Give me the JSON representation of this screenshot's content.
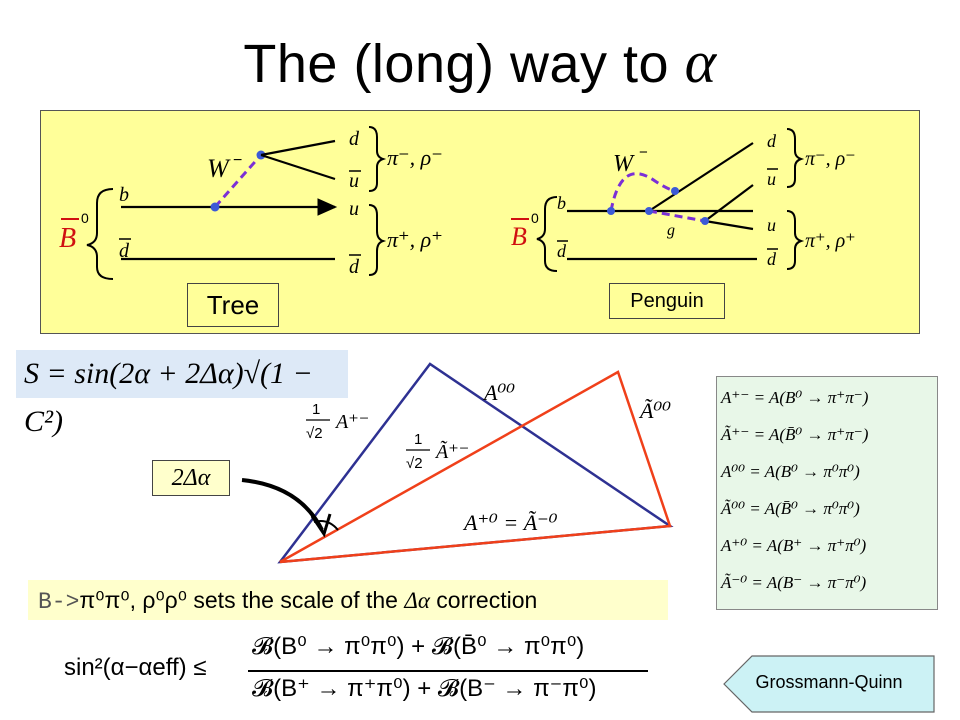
{
  "title": {
    "text": "The (long) way to",
    "symbol": "α"
  },
  "feynman": {
    "tree": {
      "label": "Tree",
      "meson": "B",
      "meson_sup": "0",
      "w_label": "W",
      "w_sup": "−",
      "quark_b": "b",
      "quark_dbar": "d",
      "out_d": "d",
      "out_ubar": "u",
      "out_u": "u",
      "out_dbar2": "d",
      "final_neg": "π⁻, ρ⁻",
      "final_pos": "π⁺, ρ⁺"
    },
    "penguin": {
      "label": "Penguin",
      "meson": "B",
      "meson_sup": "0",
      "w_label": "W",
      "w_sup": "−",
      "quark_b": "b",
      "quark_dbar": "d",
      "gluon": "g",
      "out_d": "d",
      "out_ubar": "u",
      "out_u": "u",
      "out_dbar2": "d",
      "final_neg": "π⁻, ρ⁻",
      "final_pos": "π⁺, ρ⁺"
    },
    "colors": {
      "fermion": "#000000",
      "boson": "#7b2fd6",
      "vertex": "#3c5ad6",
      "panel": "#ffff99"
    }
  },
  "s_formula": "S = sin(2α + 2Δα)√(1 − C²)",
  "delta_label": "2Δα",
  "triangle": {
    "label_A00": "A⁰⁰",
    "label_tA00": "Ã⁰⁰",
    "label_Apm": "A⁺⁻",
    "label_tApm": "Ã⁺⁻",
    "frac_num": "1",
    "frac_den": "√2",
    "label_A0": "A⁺⁰ = Ã⁻⁰",
    "colors": {
      "blue": "#2e3192",
      "red": "#f0401a"
    }
  },
  "amplitudes": [
    "A⁺⁻ = A(B⁰ → π⁺π⁻)",
    "Ã⁺⁻ = A(B̄⁰ → π⁺π⁻)",
    "A⁰⁰ = A(B⁰ → π⁰π⁰)",
    "Ã⁰⁰ = A(B̄⁰ → π⁰π⁰)",
    "A⁺⁰ = A(B⁺ → π⁺π⁰)",
    "Ã⁻⁰ = A(B⁻ → π⁻π⁰)"
  ],
  "scale_text": {
    "prefix": "B->",
    "modes": "π⁰π⁰, ρ⁰ρ⁰",
    "suffix": " sets the scale of the ",
    "delta": "Δα",
    "end": " correction"
  },
  "bound": {
    "lhs": "sin²(α−αeff) ≤",
    "numerator": "𝓑(B⁰ → π⁰π⁰) + 𝓑(B̄⁰ → π⁰π⁰)",
    "denominator": "𝓑(B⁺ → π⁺π⁰) + 𝓑(B⁻ → π⁻π⁰)"
  },
  "reference": {
    "label": "Grossmann-Quinn",
    "fill": "#ccf2f5"
  }
}
